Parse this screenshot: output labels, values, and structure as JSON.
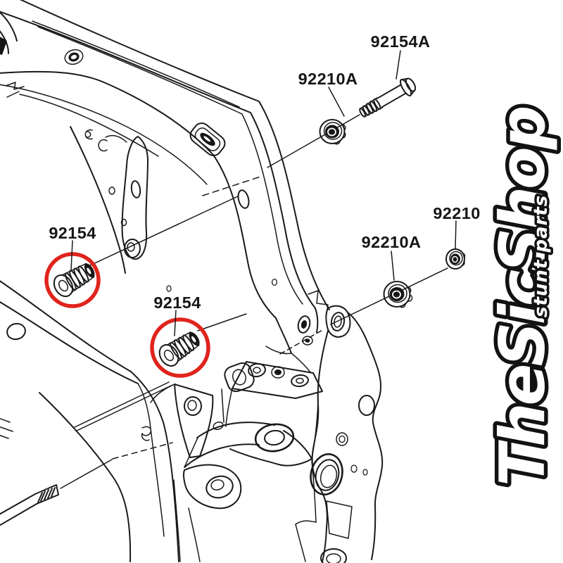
{
  "diagram": {
    "labels": {
      "damper_left": "92154",
      "damper_center": "92154",
      "bolt": "92154A",
      "nut_upper": "92210A",
      "nut_mid": "92210A",
      "nut_small": "92210"
    }
  },
  "watermark": {
    "brand": "TheSicShop",
    "tagline": "stunt parts"
  },
  "colors": {
    "line": "#1a1a1a",
    "highlight_red": "#e0231c",
    "background": "#ffffff",
    "watermark_fill": "#ffffff",
    "watermark_outline": "#121212"
  }
}
